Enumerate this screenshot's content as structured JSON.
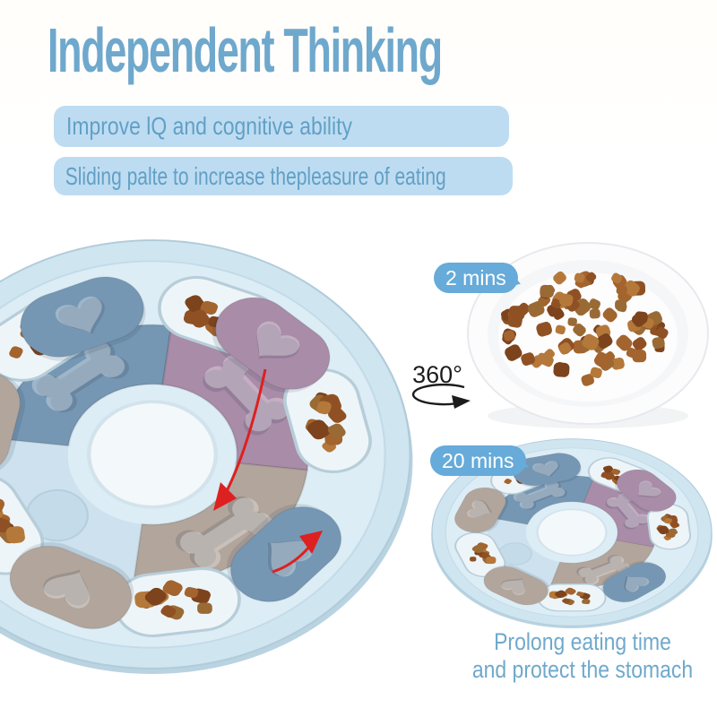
{
  "title": "Independent Thinking",
  "banners": [
    "Improve lQ and cognitive ability",
    "Sliding palte to increase thepleasure of eating"
  ],
  "rotation_label": "360°",
  "plate_badge": "2 mins",
  "feeder_badge": "20 mins",
  "caption_line1": "Prolong eating time",
  "caption_line2": "and protect the stomach",
  "colors": {
    "title_text": "#6fa8cd",
    "banner_bg": "#bedcf1",
    "banner_text": "#61a0c6",
    "badge_bg": "#66abd9",
    "badge_text": "#ffffff",
    "caption_text": "#6fa9cc",
    "rotation_text": "#1c1c1c",
    "arrow_red": "#dd2020",
    "feeder_base": "#cfe5f0",
    "feeder_surface": "#dcedf6",
    "feeder_rim": "#b9d3e1",
    "hole_fill": "#eef5f9",
    "piece_blue": "#7697b3",
    "piece_mauve": "#a98ca8",
    "piece_tan": "#b2a59c",
    "center_white": "#f3f8fb",
    "plate_white": "#fcfcfd",
    "kibble_palette": "#a3642e,#8f5124,#b4793a,#7c431d,#9a6a35"
  }
}
